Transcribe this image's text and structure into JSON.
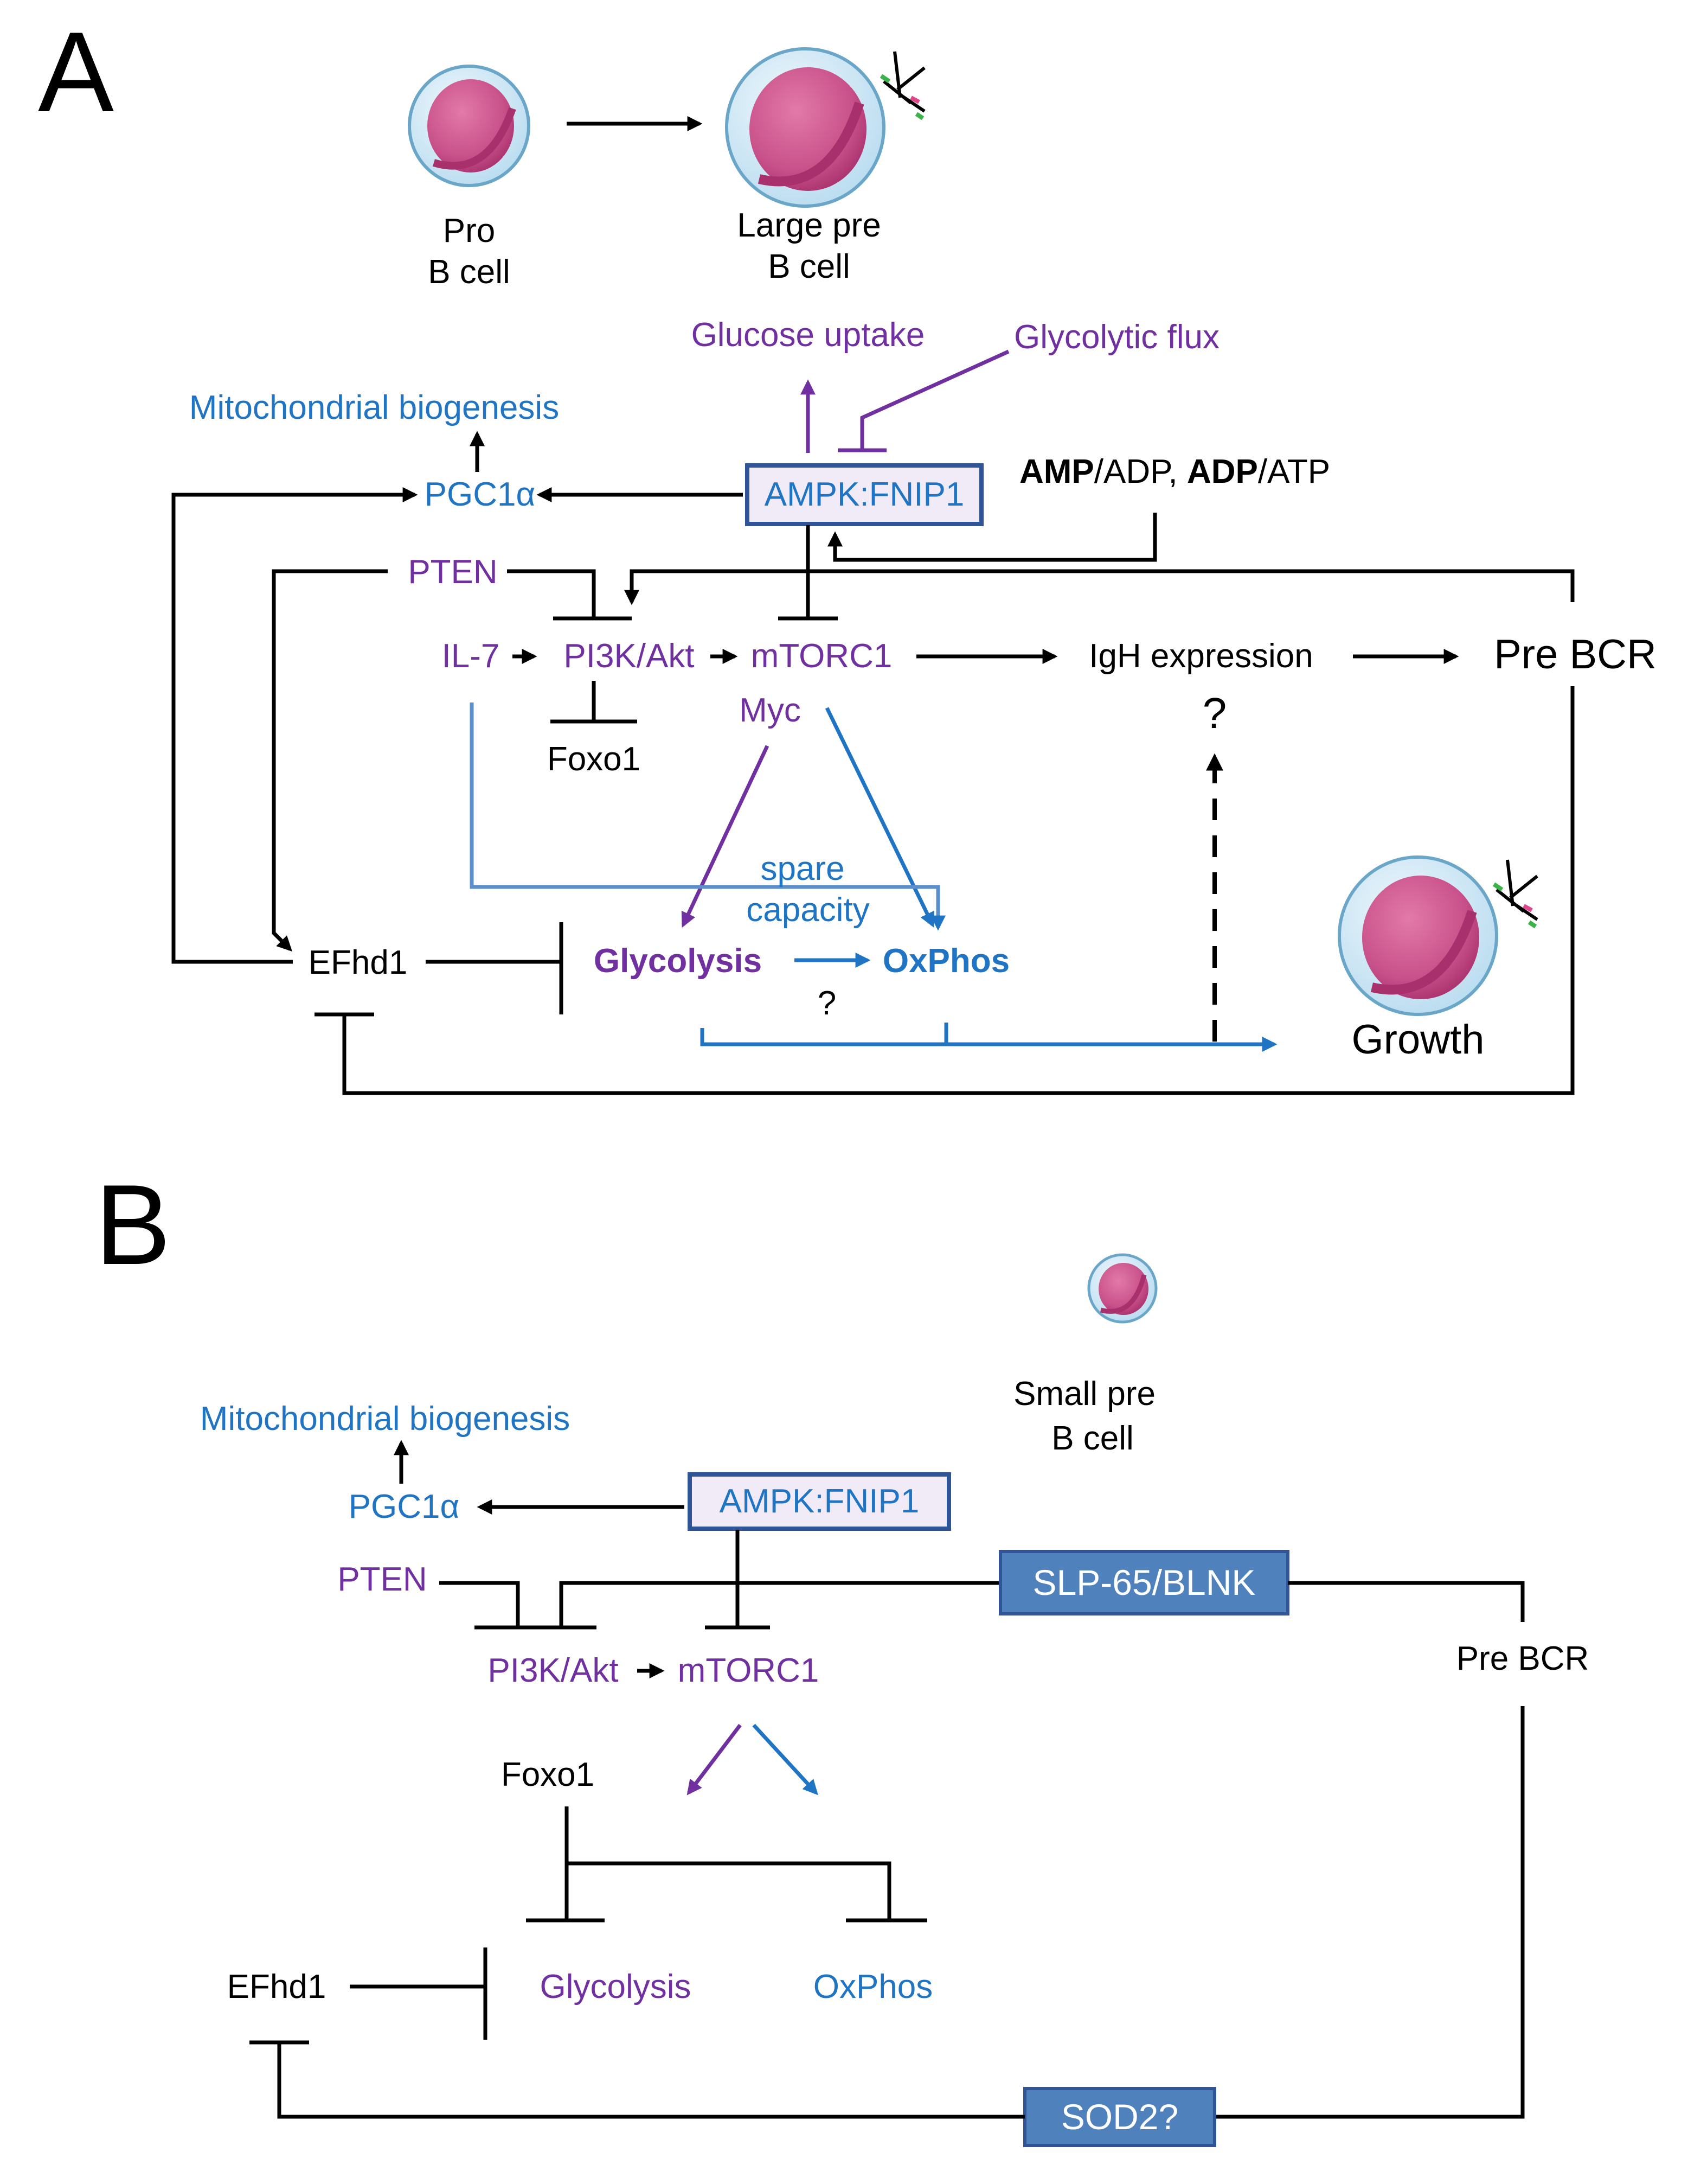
{
  "panel_a": {
    "label": "A",
    "cells": {
      "pro_b": [
        "Pro",
        "B cell"
      ],
      "large_pre_b": [
        "Large pre",
        "B cell"
      ]
    },
    "nodes": {
      "glucose_uptake": "Glucose uptake",
      "glycolytic_flux": "Glycolytic flux",
      "mito_biogenesis": "Mitochondrial biogenesis",
      "pgc1a": "PGC1α",
      "ampk_fnip1": "AMPK:FNIP1",
      "amp_bold": "AMP",
      "amp_ratio_1": "/ADP, ",
      "adp_bold": "ADP",
      "amp_ratio_2": "/ATP",
      "pten": "PTEN",
      "il7": "IL-7",
      "pi3k_akt": "PI3K/Akt",
      "mtorc1": "mTORC1",
      "igh_expression": "IgH  expression",
      "pre_bcr": "Pre BCR",
      "myc": "Myc",
      "foxo1": "Foxo1",
      "question_igh": "?",
      "spare_capacity": [
        "spare",
        "capacity"
      ],
      "efhd1": "EFhd1",
      "glycolysis": "Glycolysis",
      "oxphos": "OxPhos",
      "question_glyco": "?",
      "growth": "Growth"
    }
  },
  "panel_b": {
    "label": "B",
    "cells": {
      "small_pre_b": [
        "Small pre",
        "B cell"
      ]
    },
    "nodes": {
      "mito_biogenesis": "Mitochondrial  biogenesis",
      "pgc1a": "PGC1α",
      "ampk_fnip1": "AMPK:FNIP1",
      "pten": "PTEN",
      "slp65": "SLP-65/BLNK",
      "pre_bcr": "Pre BCR",
      "pi3k_akt": "PI3K/Akt",
      "mtorc1": "mTORC1",
      "foxo1": "Foxo1",
      "efhd1": "EFhd1",
      "glycolysis": "Glycolysis",
      "oxphos": "OxPhos",
      "sod2": "SOD2?"
    }
  },
  "colors": {
    "metabolic_purple": "#7030a0",
    "mito_blue": "#1f74c4",
    "box_fill": "#f1ebf8",
    "box_border": "#2f5597",
    "solid_box": "#4f81bd",
    "cell_outer": "#cfe6f4",
    "cell_nucleus": "#c8508a"
  }
}
